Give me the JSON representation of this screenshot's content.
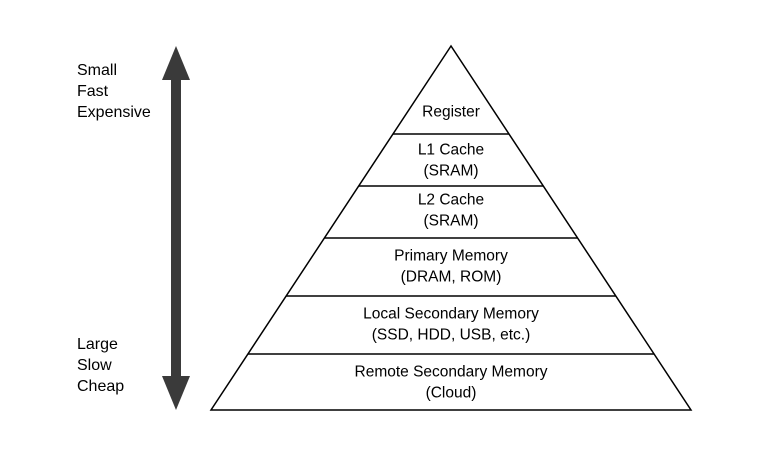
{
  "colors": {
    "outline": "#000000",
    "arrow": "#3a3a3a",
    "background": "#ffffff",
    "text": "#000000"
  },
  "axis_labels": {
    "top": [
      "Small",
      "Fast",
      "Expensive"
    ],
    "bottom": [
      "Large",
      "Slow",
      "Cheap"
    ]
  },
  "pyramid": {
    "tiers": [
      {
        "lines": [
          "Register"
        ]
      },
      {
        "lines": [
          "L1 Cache",
          "(SRAM)"
        ]
      },
      {
        "lines": [
          "L2 Cache",
          "(SRAM)"
        ]
      },
      {
        "lines": [
          "Primary Memory",
          "(DRAM, ROM)"
        ]
      },
      {
        "lines": [
          "Local Secondary Memory",
          "(SSD, HDD, USB, etc.)"
        ]
      },
      {
        "lines": [
          "Remote Secondary Memory",
          "(Cloud)"
        ]
      }
    ]
  }
}
